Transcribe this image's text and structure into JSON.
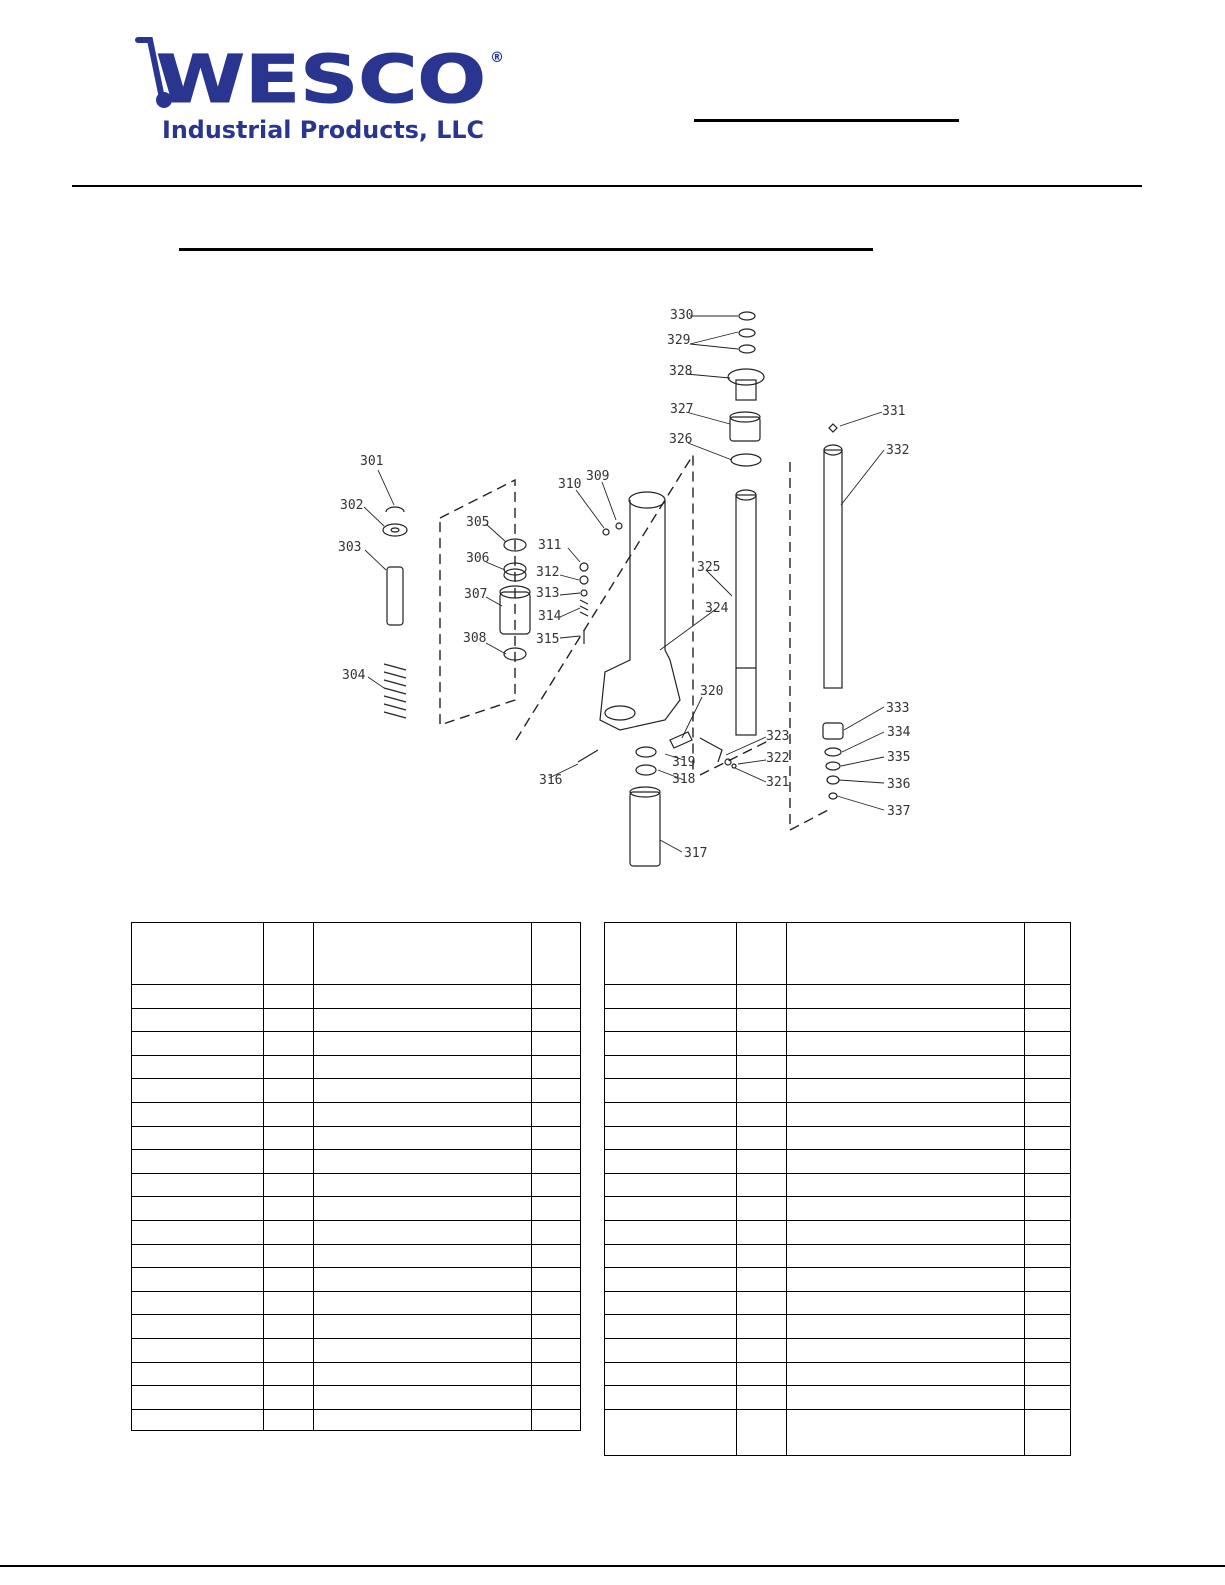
{
  "header": {
    "logo_wordmark": "WESCO",
    "logo_registered": "®",
    "logo_subtitle": "Industrial Products, LLC",
    "brand_color": "#2a3590"
  },
  "diagram": {
    "callouts": [
      "301",
      "302",
      "303",
      "304",
      "305",
      "306",
      "307",
      "308",
      "309",
      "310",
      "311",
      "312",
      "313",
      "314",
      "315",
      "316",
      "317",
      "318",
      "319",
      "320",
      "321",
      "322",
      "323",
      "324",
      "325",
      "326",
      "327",
      "328",
      "329",
      "330",
      "331",
      "332",
      "333",
      "334",
      "335",
      "336",
      "337"
    ]
  },
  "parts_tables": {
    "left": {
      "header_rows": 1,
      "body_rows": 19,
      "columns": 4
    },
    "right": {
      "header_rows": 1,
      "body_rows": 19,
      "columns": 4
    }
  }
}
